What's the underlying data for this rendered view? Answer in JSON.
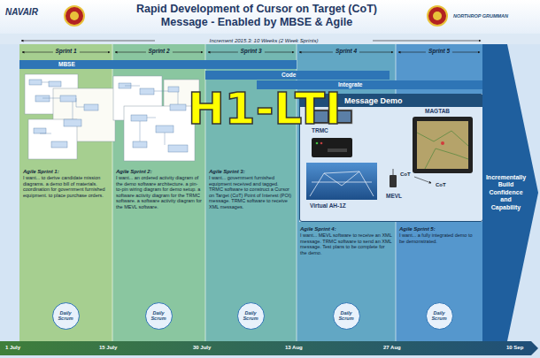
{
  "diagram": {
    "title": "Rapid Development of Cursor on Target (CoT) Message - Enabled by MBSE & Agile",
    "nodes": [
      {
        "text": [
          "Sprint 1",
          "Agile Sprint 1:",
          "I want... to derive candidate mission diagrams. a demo bill of materials. coordination for government furnished equipment. to place purchase orders."
        ]
      },
      {
        "text": [
          "Sprint 2",
          "Agile Sprint 2:",
          "I want... an ordered activity diagram of the demo software architecture. a pin-to-pin wiring diagram for demo setup. a software activity diagram for the TRMC software. a software activity diagram for the MEVL software."
        ]
      },
      {
        "text": [
          "Sprint 3",
          "Agile Sprint 3:",
          "I want... government furnished equipment received and tagged. TRMC software to construct a Cursor on Target (CoT) Point of Interest (POI) message. TRMC software to receive XML messages."
        ]
      },
      {
        "text": [
          "Sprint 4",
          "Agile Sprint 4:",
          "I want... MEVL software to receive an XML message. TRMC software to send an XML message. Test plans to be complete for the demo."
        ]
      },
      {
        "text": [
          "Sprint 5",
          "Agile Sprint 5:",
          "I want... a fully integrated demo to be demonstrated."
        ]
      },
      {
        "text": [
          "MBSE"
        ]
      },
      {
        "text": [
          "Code"
        ]
      },
      {
        "text": [
          "Integrate"
        ]
      },
      {
        "text": [
          "Message Demo"
        ]
      },
      {
        "text": [
          "Incrementally Build Confidence and Capability"
        ]
      },
      {
        "text": [
          "Daily Scrum"
        ],
        "in": 0
      },
      {
        "text": [
          "Daily Scrum"
        ],
        "in": 1
      },
      {
        "text": [
          "Daily Scrum"
        ],
        "in": 2
      },
      {
        "text": [
          "Daily Scrum"
        ],
        "in": 3
      },
      {
        "text": [
          "Daily Scrum"
        ],
        "in": 4
      }
    ],
    "labels": [
      "NAVAIR",
      "NORTHROP GRUMMAN",
      "Increment 2015.3: 10 Weeks (2 Week Sprints)",
      "H1-LTI",
      "TRMC",
      "Virtual AH-1Z",
      "MAGTAB",
      "CoT",
      "CoT",
      "MEVL",
      "1 July",
      "15 July",
      "30 July",
      "13 Aug",
      "27 Aug",
      "10 Sep"
    ]
  }
}
